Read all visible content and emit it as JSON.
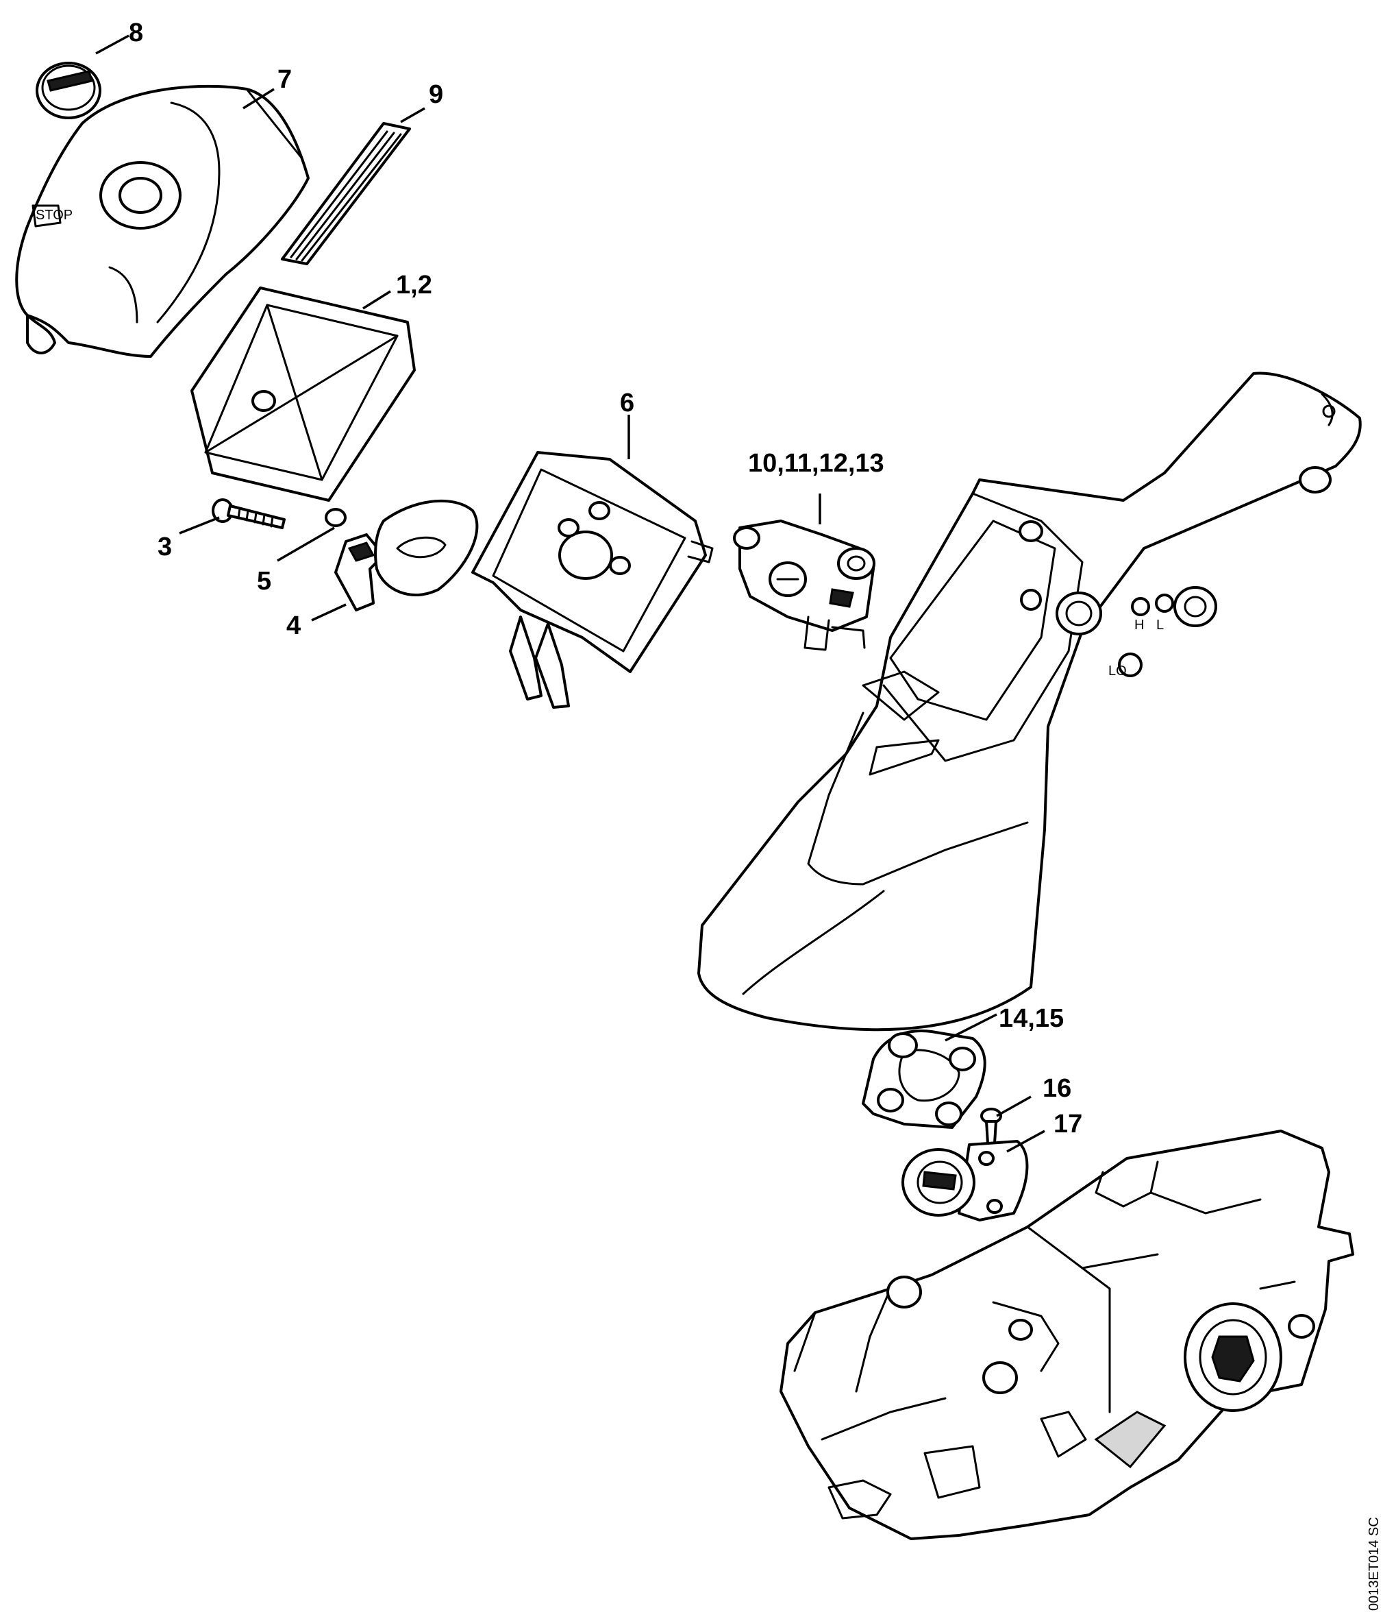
{
  "diagram": {
    "callouts": [
      {
        "id": "c8",
        "text": "8"
      },
      {
        "id": "c7",
        "text": "7"
      },
      {
        "id": "c9",
        "text": "9"
      },
      {
        "id": "c12",
        "text": "1,2"
      },
      {
        "id": "c6",
        "text": "6"
      },
      {
        "id": "c10",
        "text": "10,11,12,13"
      },
      {
        "id": "c3",
        "text": "3"
      },
      {
        "id": "c5",
        "text": "5"
      },
      {
        "id": "c4",
        "text": "4"
      },
      {
        "id": "c14",
        "text": "14,15"
      },
      {
        "id": "c16",
        "text": "16"
      },
      {
        "id": "c17",
        "text": "17"
      }
    ],
    "markings": {
      "stop": "STOP",
      "h": "H",
      "l": "L",
      "lo": "LO"
    },
    "drawing_code": "0013ET014 SC"
  }
}
